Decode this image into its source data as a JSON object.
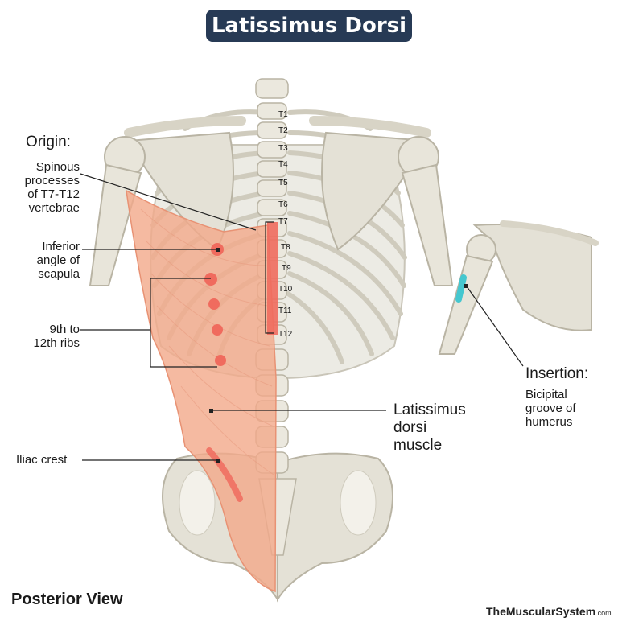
{
  "title": "Latissimus Dorsi",
  "origin": {
    "heading": "Origin:",
    "spinous_line1": "Spinous",
    "spinous_line2": "processes",
    "spinous_line3": "of T7-T12",
    "spinous_line4": "vertebrae",
    "inferior_line1": "Inferior",
    "inferior_line2": "angle of",
    "inferior_line3": "scapula",
    "ribs_line1": "9th to",
    "ribs_line2": "12th ribs",
    "iliac": "Iliac crest"
  },
  "insertion": {
    "heading": "Insertion:",
    "line1": "Bicipital",
    "line2": "groove of",
    "line3": "humerus"
  },
  "muscle": {
    "line1": "Latissimus",
    "line2": "dorsi",
    "line3": "muscle"
  },
  "vertebrae": [
    "T1",
    "T2",
    "T3",
    "T4",
    "T5",
    "T6",
    "T7",
    "T8",
    "T9",
    "T10",
    "T11",
    "T12"
  ],
  "view_label": "Posterior View",
  "brand": {
    "main": "TheMuscularSystem",
    "suffix": ".com"
  },
  "colors": {
    "title_bg": "#273a55",
    "bone": "#e4e1d6",
    "muscle": "#f2a98a",
    "origin_marker": "#f06b5e",
    "insertion_marker": "#45c7cf"
  }
}
